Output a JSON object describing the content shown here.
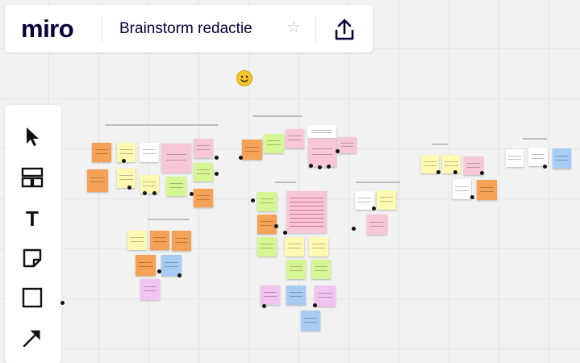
{
  "header": {
    "logo": "miro",
    "board_title": "Brainstorm redactie",
    "star_icon": "star-icon",
    "share_icon": "upload-icon"
  },
  "toolbar": {
    "tools": [
      {
        "name": "select-tool",
        "icon": "cursor-icon"
      },
      {
        "name": "templates-tool",
        "icon": "templates-icon"
      },
      {
        "name": "text-tool",
        "icon": "text-icon",
        "label": "T"
      },
      {
        "name": "sticky-note-tool",
        "icon": "sticky-note-icon"
      },
      {
        "name": "shape-tool",
        "icon": "rectangle-icon"
      },
      {
        "name": "connection-line-tool",
        "icon": "arrow-icon"
      }
    ]
  },
  "canvas": {
    "colors": {
      "yellow": "#fbf38c",
      "orange": "#f6a256",
      "pink": "#f7c6d7",
      "green": "#d5f692",
      "blue": "#a6ccf5",
      "light_yellow": "#fff9b1",
      "white": "#ffffff",
      "purple": "#f1c4f0"
    }
  }
}
